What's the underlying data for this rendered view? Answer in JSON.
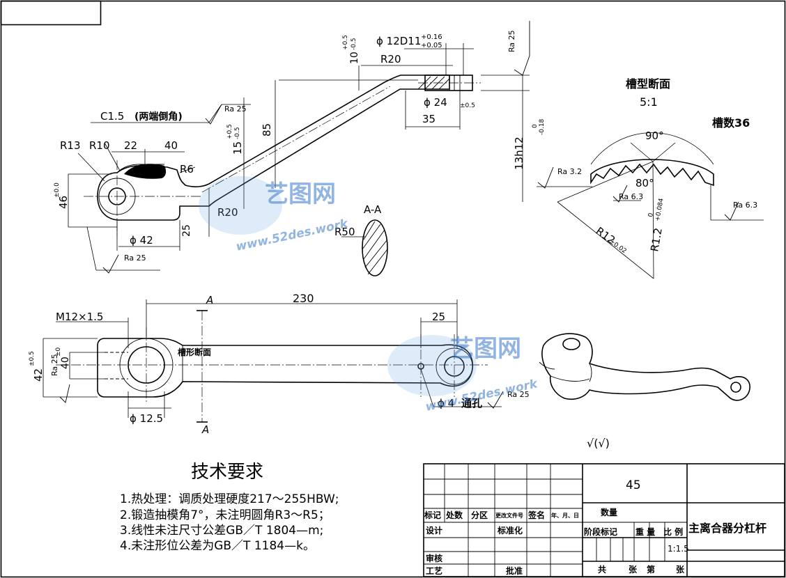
{
  "dims_top": {
    "d12": "ϕ 12D11",
    "d12_tol_hi": "+0.16",
    "d12_tol_lo": "+0.05",
    "v10": "10",
    "v10_tol": "+0.5",
    "v10_tol2": "-0.5",
    "r20_top": "R20",
    "d24": "ϕ 24",
    "d24_tol": "±0.5",
    "v35": "35",
    "ra_top": "Ra 25",
    "v85": "85",
    "v15": "15",
    "v15_tol": "+0.5",
    "v15_tol2": "-0.5",
    "chamfer": "C1.5",
    "chamfer_note": "(两端倒角)",
    "ra_chamfer": "Ra 25",
    "r13": "R13",
    "r10": "R10",
    "v22": "22",
    "v40": "40",
    "r6": "R6",
    "v46": "46",
    "v46_tol": "±0.0",
    "r20_low": "R20",
    "v25": "25",
    "d42": "ϕ 42",
    "ra_left": "Ra 25",
    "v13h12": "13h12",
    "v13_tol": "-0.18",
    "v13_tol2": "0",
    "aa_label": "A-A",
    "r50": "R50"
  },
  "section": {
    "title": "槽型断面",
    "scale": "5:1",
    "angle90": "90°",
    "angle80": "80°",
    "teeth_label": "槽数36",
    "ra_left": "Ra 3.2",
    "ra_mid": "Ra 6.3",
    "ra_right": "Ra 6.3",
    "r12": "R12",
    "r12_tol": "±0.02",
    "r1_2": "R1.2",
    "r1_2_tol": "+0.084",
    "r1_2_tol2": "0"
  },
  "dims_bottom": {
    "v230": "230",
    "v25": "25",
    "a_top": "A",
    "a_bot": "A",
    "m12": "M12×1.5",
    "v42": "42",
    "v42_tol": "±0.5",
    "v40": "40",
    "v40_tol": "±0",
    "ra_left": "Ra 25",
    "groove_label": "槽形断面",
    "d12_5": "ϕ 12.5",
    "d4": "ϕ 4",
    "through_hole": "通孔",
    "ra_hole": "Ra 25",
    "rest_roughness": "√(√)"
  },
  "watermark": {
    "brand": "艺图网",
    "url": "www.52des.work"
  },
  "tech": {
    "title": "技术要求",
    "items": [
      "1.热处理：调质处理硬度217～255HBW;",
      "2.锻造抽模角7°，未注明圆角R3～R5；",
      "3.线性未注尺寸公差GB／T 1804—m;",
      "4.未注形位公差为GB／T 1184—k。"
    ]
  },
  "title_block": {
    "material": "45",
    "part_name": "主离合器分杠杆",
    "scale": "1:1.5",
    "labels": {
      "biaoji": "标记",
      "chushu": "处数",
      "fenqu": "分区",
      "gengai": "更改文件号",
      "qianming": "签名",
      "nianyueri": "年、月、日",
      "sheji": "设计",
      "biaozhunhua": "标准化",
      "shenhe": "审核",
      "gongyi": "工艺",
      "pizhun": "批准",
      "shuliang": "数量",
      "jieduan": "阶段标记",
      "zhongliang": "重 量",
      "bili": "比 例",
      "gong": "共",
      "zhang1": "张",
      "di": "第",
      "zhang2": "张"
    }
  }
}
